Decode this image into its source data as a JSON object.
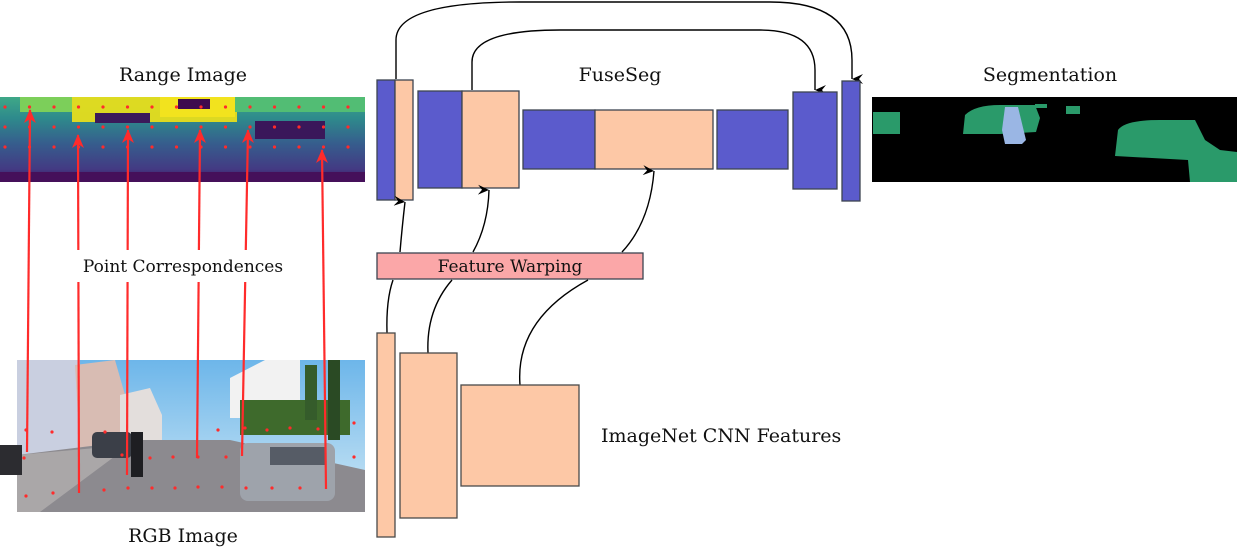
{
  "figure": {
    "title": "FuseSeg",
    "labels": {
      "range_image": "Range Image",
      "segmentation": "Segmentation",
      "point_correspondences": "Point Correspondences",
      "feature_warping": "Feature Warping",
      "rgb_image": "RGB Image",
      "imagenet_features": "ImageNet CNN Features"
    },
    "colors": {
      "encoder_blue": "#5b5bcc",
      "feature_peach": "#fdc8a6",
      "warping_pink": "#fba7a8",
      "correspondence_red": "#ff2b2b",
      "block_stroke": "#3d4450",
      "seg_car_green": "#2a9a6a",
      "seg_person_blue": "#9ab6e4"
    },
    "fuseseg_blocks": [
      {
        "name": "enc1-range",
        "color": "encoder_blue"
      },
      {
        "name": "enc1-rgb",
        "color": "feature_peach"
      },
      {
        "name": "enc2-range",
        "color": "encoder_blue"
      },
      {
        "name": "enc2-rgb",
        "color": "feature_peach"
      },
      {
        "name": "enc3-range",
        "color": "encoder_blue"
      },
      {
        "name": "enc3-rgb",
        "color": "feature_peach"
      },
      {
        "name": "bottleneck",
        "color": "encoder_blue"
      },
      {
        "name": "dec1",
        "color": "encoder_blue"
      },
      {
        "name": "dec2",
        "color": "encoder_blue"
      }
    ],
    "imagenet_blocks": [
      "feat1",
      "feat2",
      "feat3"
    ]
  }
}
